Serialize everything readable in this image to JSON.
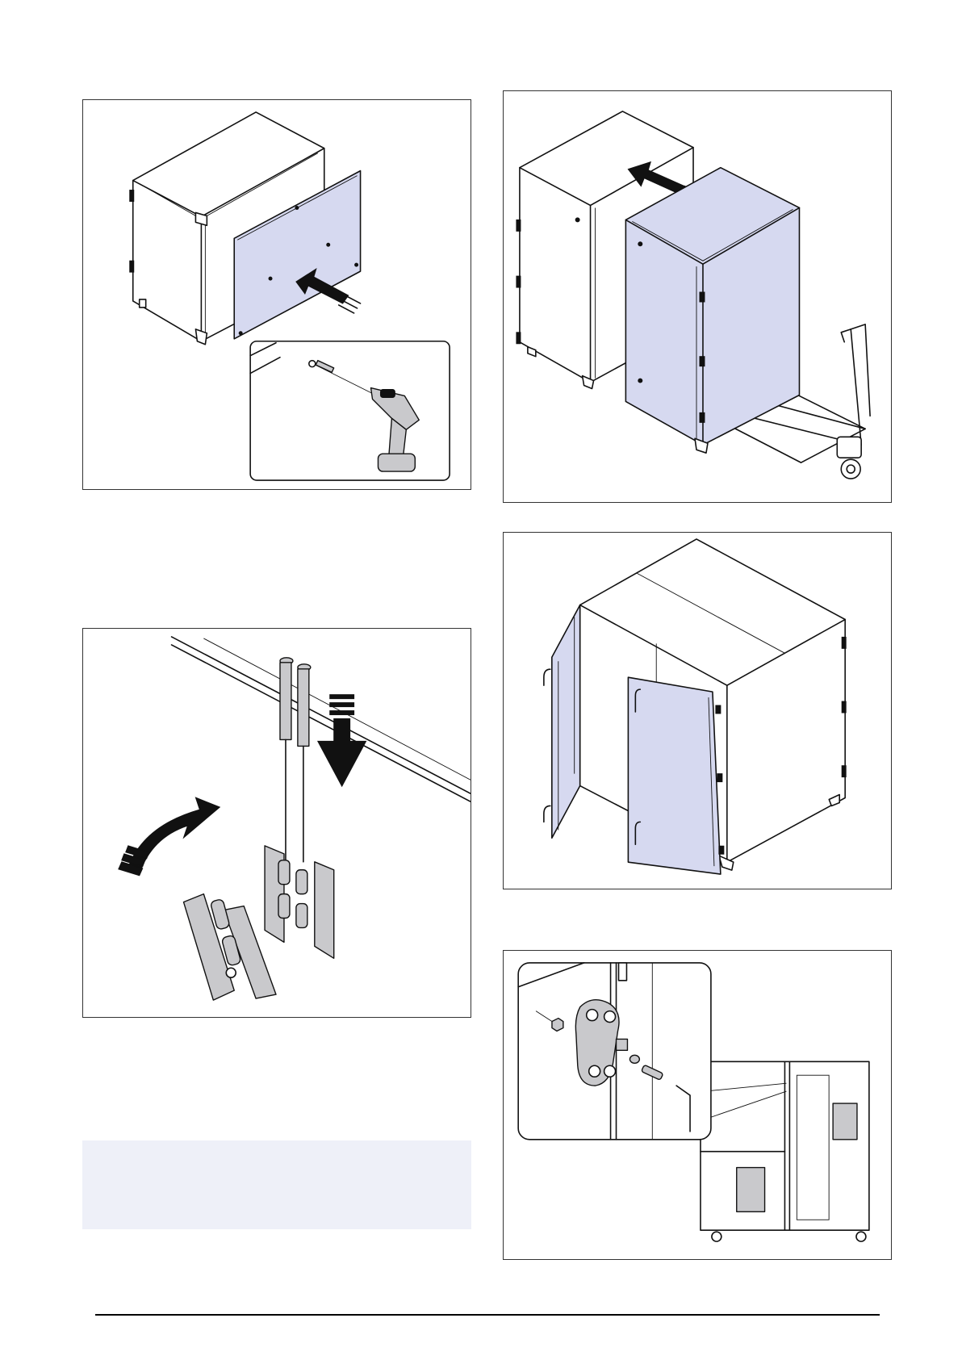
{
  "colors": {
    "panel_fill": "#d6d9f0",
    "note_background": "#eef0f8",
    "outline": "#111111"
  },
  "figures": [
    {
      "id": "fig1",
      "icon": "panel-mounting-with-drill-illustration"
    },
    {
      "id": "fig2",
      "icon": "module-positioning-with-pallet-jack-illustration"
    },
    {
      "id": "fig3",
      "icon": "assembled-unit-doors-open-illustration"
    },
    {
      "id": "fig4",
      "icon": "hinge-pin-installation-illustration"
    },
    {
      "id": "fig5",
      "icon": "door-latch-assembly-detail-illustration"
    }
  ]
}
